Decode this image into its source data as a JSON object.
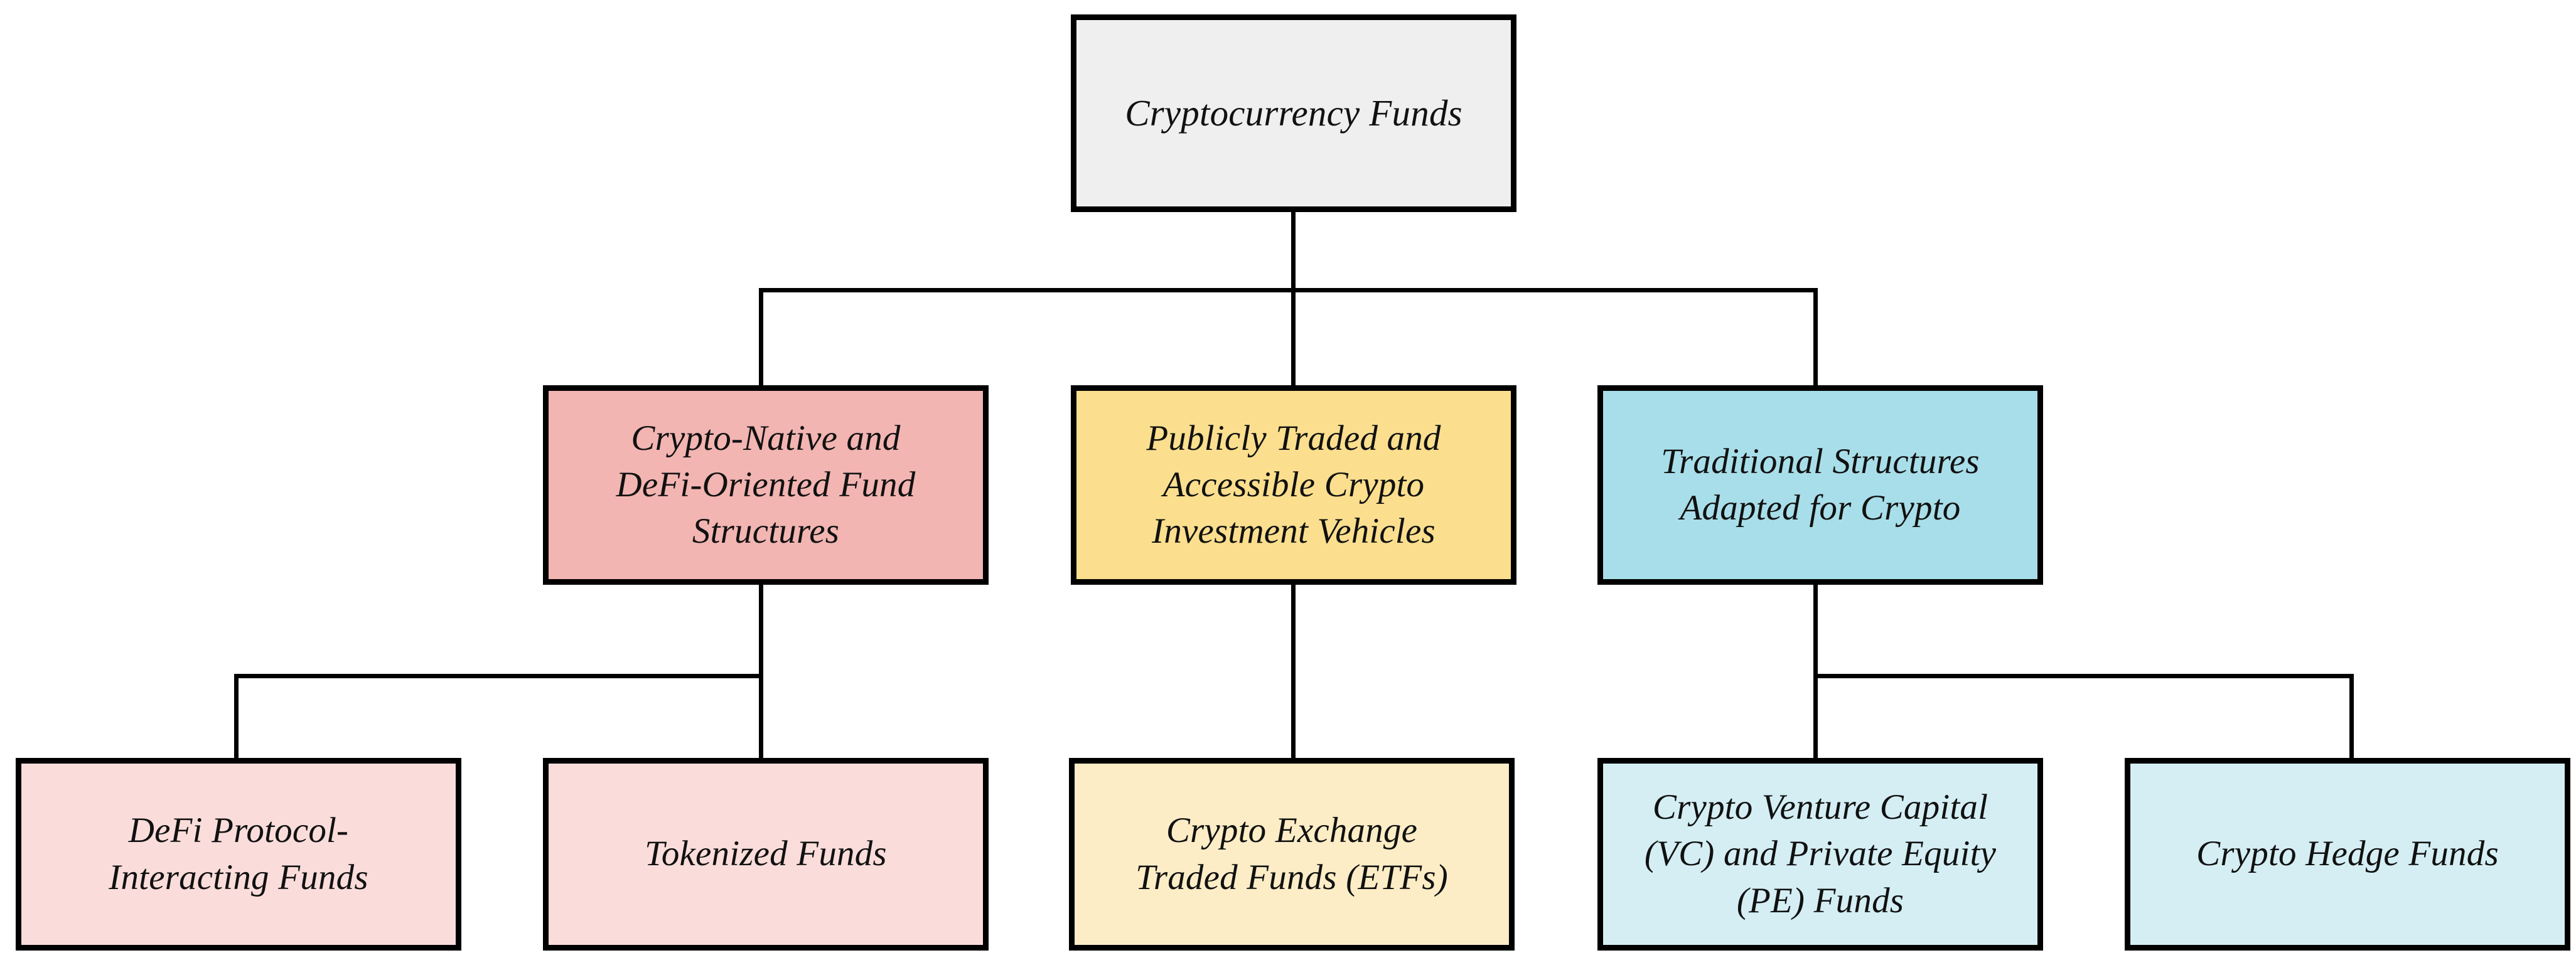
{
  "diagram": {
    "title": "Cryptocurrency Funds",
    "type": "hierarchy-tree",
    "orientation": "top-down",
    "levels": 3,
    "background_color": "#FFFFFF",
    "edge_color": "#000000",
    "border_color": "#000000"
  },
  "root": {
    "label": "Cryptocurrency Funds",
    "fill": "#EFEFEF"
  },
  "branches": [
    {
      "label": "Crypto-Native and\nDeFi-Oriented Fund\nStructures",
      "fill": "#F2B5B2",
      "children": [
        {
          "label": "DeFi Protocol-\nInteracting Funds",
          "fill": "#FADDDB"
        },
        {
          "label": "Tokenized Funds",
          "fill": "#FADDDB"
        }
      ]
    },
    {
      "label": "Publicly Traded and\nAccessible Crypto\nInvestment Vehicles",
      "fill": "#FBDF8E",
      "children": [
        {
          "label": "Crypto Exchange\nTraded Funds (ETFs)",
          "fill": "#FCEDC6"
        }
      ]
    },
    {
      "label": "Traditional Structures\nAdapted for Crypto",
      "fill": "#A8DEE9",
      "children": [
        {
          "label": "Crypto Venture Capital\n(VC) and Private Equity\n(PE) Funds",
          "fill": "#D4EEF4"
        },
        {
          "label": "Crypto Hedge Funds",
          "fill": "#D4EEF4"
        }
      ]
    }
  ]
}
